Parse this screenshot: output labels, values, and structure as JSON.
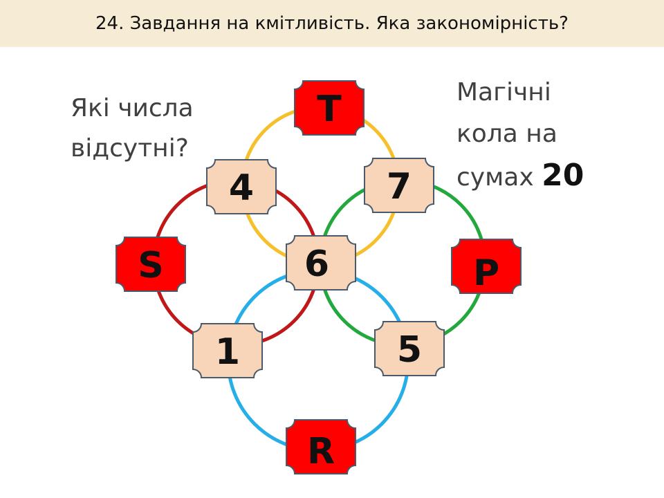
{
  "title": "24. Завдання на кмітливість.  Яка закономірність?",
  "question": {
    "line1": "Які числа",
    "line2": "відсутні?"
  },
  "rule": {
    "line1": "Магічні",
    "line2": "кола на",
    "line3_text": "сумах ",
    "sum": "20"
  },
  "circles": [
    {
      "name": "top",
      "color": "#f5c02c"
    },
    {
      "name": "left",
      "color": "#c01818"
    },
    {
      "name": "right",
      "color": "#22a83c"
    },
    {
      "name": "bottom",
      "color": "#26aee8"
    }
  ],
  "tiles": {
    "top": "T",
    "upper_left": "4",
    "upper_right": "7",
    "left": "S",
    "center": "6",
    "right": "P",
    "lower_left": "1",
    "lower_right": "5",
    "bottom": "R"
  },
  "colors": {
    "title_bg": "#f6ecd5",
    "unknown_tile": "#ff0000",
    "known_tile": "#f8d5b8",
    "tile_border": "#4a5a6a"
  }
}
